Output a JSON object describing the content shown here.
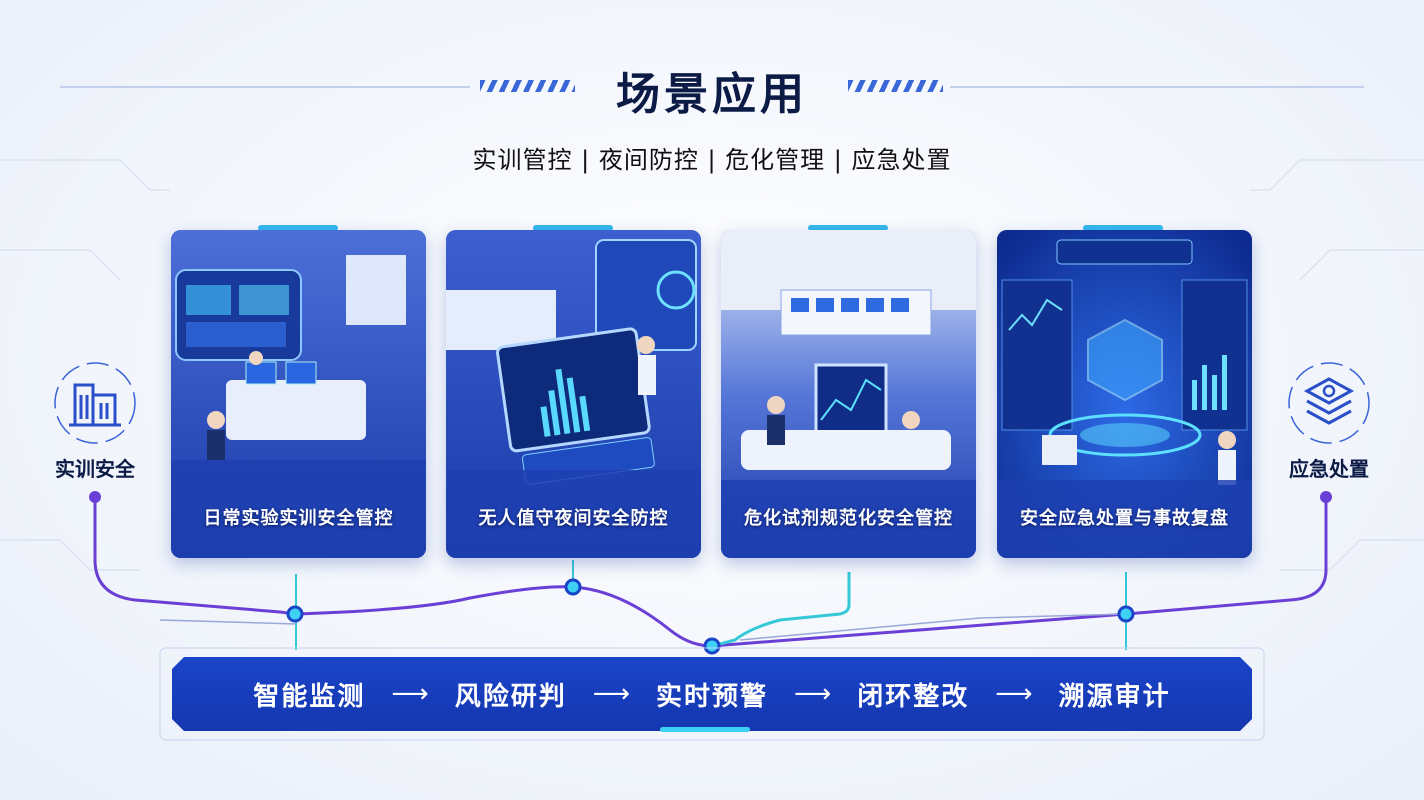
{
  "header": {
    "title": "场景应用",
    "subtitle": "实训管控 | 夜间防控 | 危化管理 | 应急处置"
  },
  "cards": [
    {
      "label": "日常实验实训安全管控"
    },
    {
      "label": "无人值守夜间安全防控"
    },
    {
      "label": "危化试剂规范化安全管控"
    },
    {
      "label": "安全应急处置与事故复盘"
    }
  ],
  "side_left": {
    "label": "实训安全",
    "icon": "building-icon"
  },
  "side_right": {
    "label": "应急处置",
    "icon": "layers-shield-icon"
  },
  "flow": {
    "steps": [
      "智能监测",
      "风险研判",
      "实时预警",
      "闭环整改",
      "溯源审计"
    ],
    "arrow": "⟶"
  },
  "colors": {
    "primary": "#1a44c8",
    "accent": "#35b8ee",
    "purple": "#6a3fd6",
    "title": "#0b1b45"
  }
}
